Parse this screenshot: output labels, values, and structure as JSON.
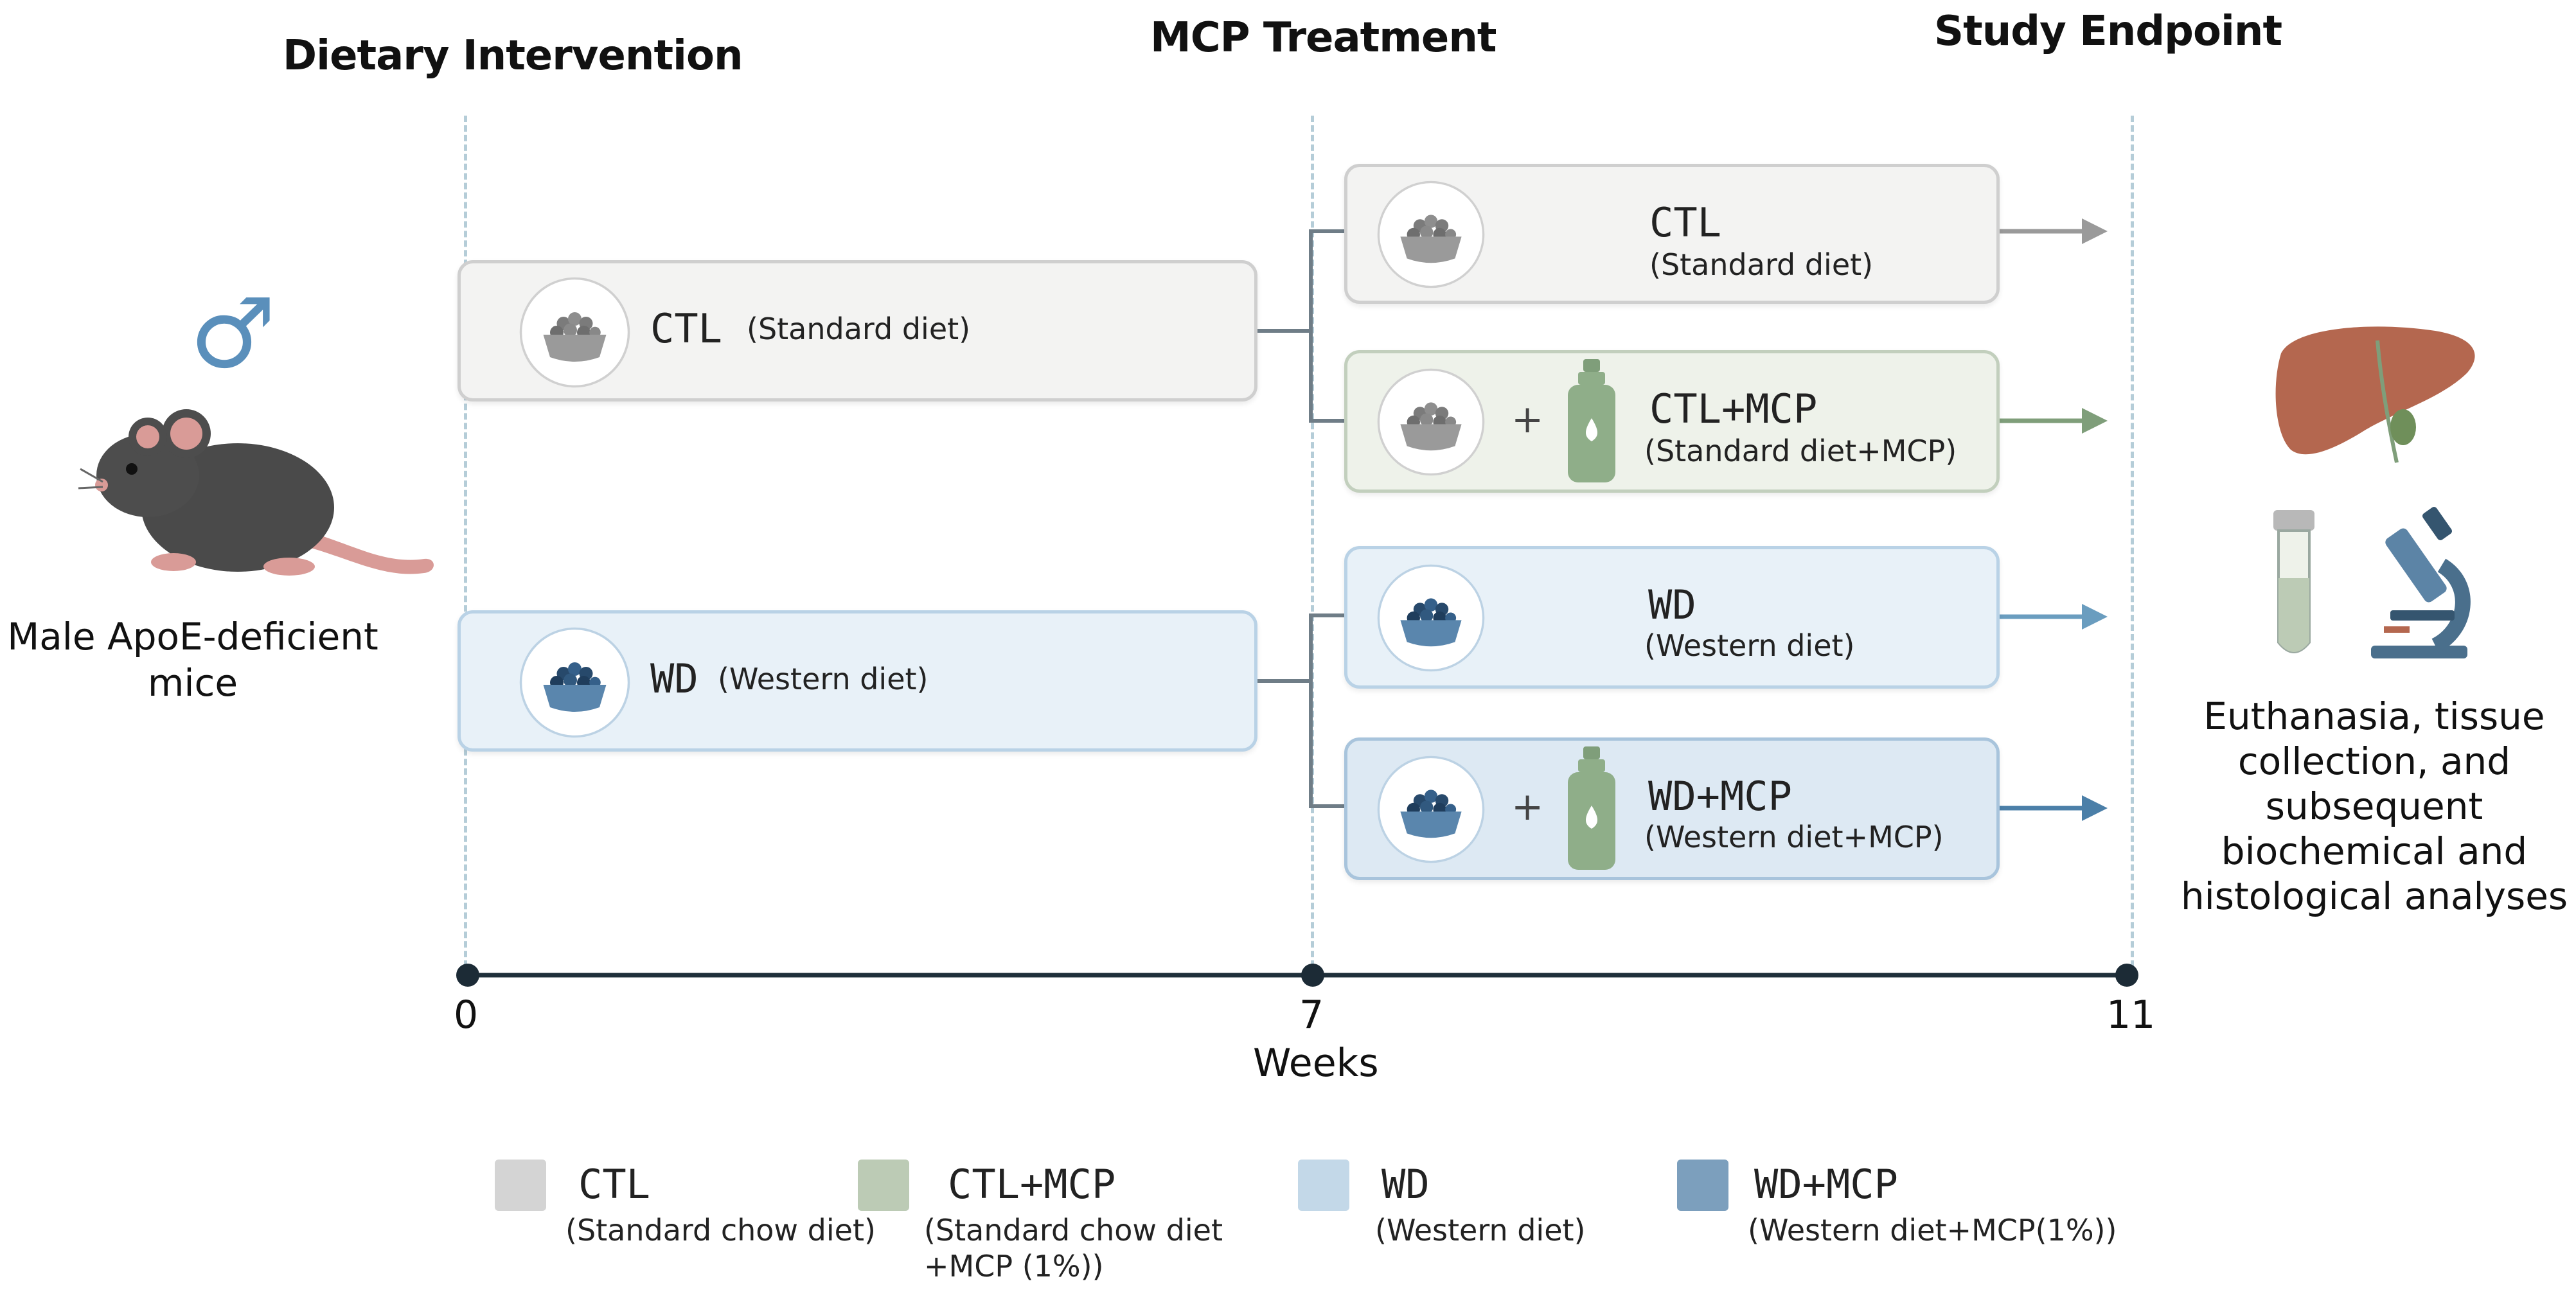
{
  "phases": {
    "dietary": "Dietary Intervention",
    "mcp": "MCP Treatment",
    "endpoint": "Study Endpoint"
  },
  "subject": {
    "line1": "Male ApoE-deficient",
    "line2": "mice",
    "sex_symbol": "♂"
  },
  "diet_boxes": [
    {
      "code": "CTL",
      "desc": "(Standard diet)",
      "bowl": "gray-food-bowl"
    },
    {
      "code": "WD",
      "desc": "(Western diet)",
      "bowl": "blue-food-bowl"
    }
  ],
  "groups": [
    {
      "code": "CTL",
      "desc": "(Standard diet)"
    },
    {
      "code": "CTL+MCP",
      "desc": "(Standard diet+MCP)",
      "plus": "+"
    },
    {
      "code": "WD",
      "desc": "(Western diet)"
    },
    {
      "code": "WD+MCP",
      "desc": "(Western diet+MCP)",
      "plus": "+"
    }
  ],
  "timeline": {
    "ticks": [
      "0",
      "7",
      "11"
    ],
    "unit": "Weeks"
  },
  "endpoint_text": [
    "Euthanasia, tissue",
    "collection, and",
    "subsequent",
    "biochemical and",
    "histological analyses"
  ],
  "legend": [
    {
      "code": "CTL",
      "desc1": "(Standard chow diet)",
      "desc2": "",
      "color": "#d4d4d4"
    },
    {
      "code": "CTL+MCP",
      "desc1": "(Standard chow diet",
      "desc2": "+MCP (1%))",
      "color": "#bccbb5"
    },
    {
      "code": "WD",
      "desc1": "(Western diet)",
      "desc2": "",
      "color": "#c3d8e8"
    },
    {
      "code": "WD+MCP",
      "desc1": "(Western diet+MCP(1%))",
      "desc2": "",
      "color": "#7c9fbd"
    }
  ],
  "colors": {
    "gray_arrow": "#9a9a9a",
    "green_arrow": "#7f9e7a",
    "blue_arrow": "#6a9dbf",
    "dark_blue_arrow": "#4b7fa8",
    "axis": "#1f2f3a"
  },
  "icons": [
    "male-symbol-icon",
    "mouse-icon",
    "food-bowl-icon",
    "water-bottle-icon",
    "liver-icon",
    "test-tube-icon",
    "microscope-icon"
  ]
}
